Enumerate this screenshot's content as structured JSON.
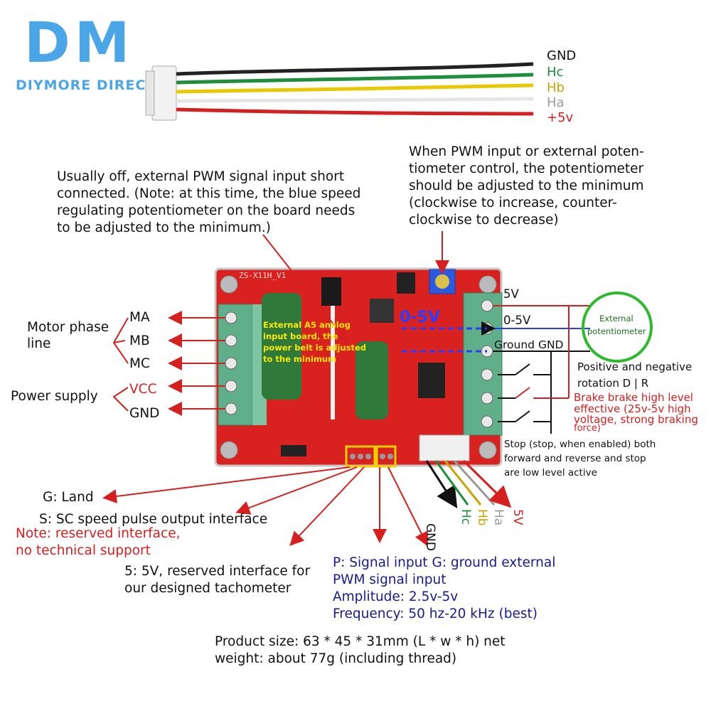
{
  "logo": {
    "mark": "DM",
    "brand": "DIYMORE DIRECT"
  },
  "cable": {
    "labels": [
      {
        "text": "GND",
        "color": "#111111"
      },
      {
        "text": "Hc",
        "color": "#1d8f3a"
      },
      {
        "text": "Hb",
        "color": "#c9a400"
      },
      {
        "text": "Ha",
        "color": "#9a9a9a"
      },
      {
        "text": "+5v",
        "color": "#d62020"
      }
    ]
  },
  "notes": {
    "pwm_short": [
      "Usually off, external PWM signal input short",
      "connected. (Note: at this time, the blue speed",
      "regulating potentiometer on the board needs",
      "to be adjusted to the minimum.)"
    ],
    "pot_control": [
      "When PWM input or external poten-",
      "tiometer control, the potentiometer",
      "should be adjusted to the minimum",
      "(clockwise to increase, counter-",
      "clockwise to decrease)"
    ]
  },
  "board": {
    "silk": "ZS-X11H_V1",
    "overlay_yellow": [
      "External A5 analog",
      "input board, the",
      "power belt is adjusted",
      "to the minimum"
    ],
    "overlay_blue": "0-5V"
  },
  "left_terminals": {
    "motor_label": [
      "Motor phase",
      "line"
    ],
    "motor_pins": [
      "MA",
      "MB",
      "MC"
    ],
    "power_label": "Power supply",
    "power_pins": [
      {
        "text": "VCC",
        "color": "#d62020"
      },
      {
        "text": "GND",
        "color": "#111111"
      }
    ]
  },
  "right_terminals": {
    "pins": [
      "5V",
      "0-5V",
      "Ground GND"
    ],
    "ext_pot": [
      "External",
      "potentiometer"
    ],
    "direction": [
      "Positive and negative",
      "rotation D | R"
    ],
    "brake": [
      "Brake brake high level",
      "effective (25v-5v high",
      "voltage, strong braking",
      "force)"
    ],
    "stop": [
      "Stop (stop, when enabled) both",
      "forward and reverse and stop",
      "are low level active"
    ]
  },
  "bottom_connector": {
    "labels": [
      {
        "text": "GND",
        "color": "#111111"
      },
      {
        "text": "Hc",
        "color": "#1d8f3a"
      },
      {
        "text": "Hb",
        "color": "#c9a400"
      },
      {
        "text": "Ha",
        "color": "#9a9a9a"
      },
      {
        "text": "5V",
        "color": "#d62020"
      }
    ]
  },
  "bottom_notes": {
    "g_land": "G: Land",
    "s_pulse": "S: SC speed pulse output interface",
    "reserved": [
      "Note: reserved interface,",
      "no technical support"
    ],
    "five_v": [
      "5: 5V, reserved interface for",
      "our designed tachometer"
    ],
    "pwm_input": [
      "P: Signal input G: ground external",
      "PWM signal input",
      "Amplitude: 2.5v-5v",
      "Frequency: 50 hz-20 kHz (best)"
    ],
    "product": [
      "Product size: 63 * 45 * 31mm (L * w * h) net",
      "weight: about 77g (including thread)"
    ]
  },
  "colors": {
    "board": "#d9221f",
    "terminal": "#5fb08a",
    "arrow": "#d62020",
    "pot_circle": "#2dbb2d",
    "brand": "#4aa6e6"
  }
}
